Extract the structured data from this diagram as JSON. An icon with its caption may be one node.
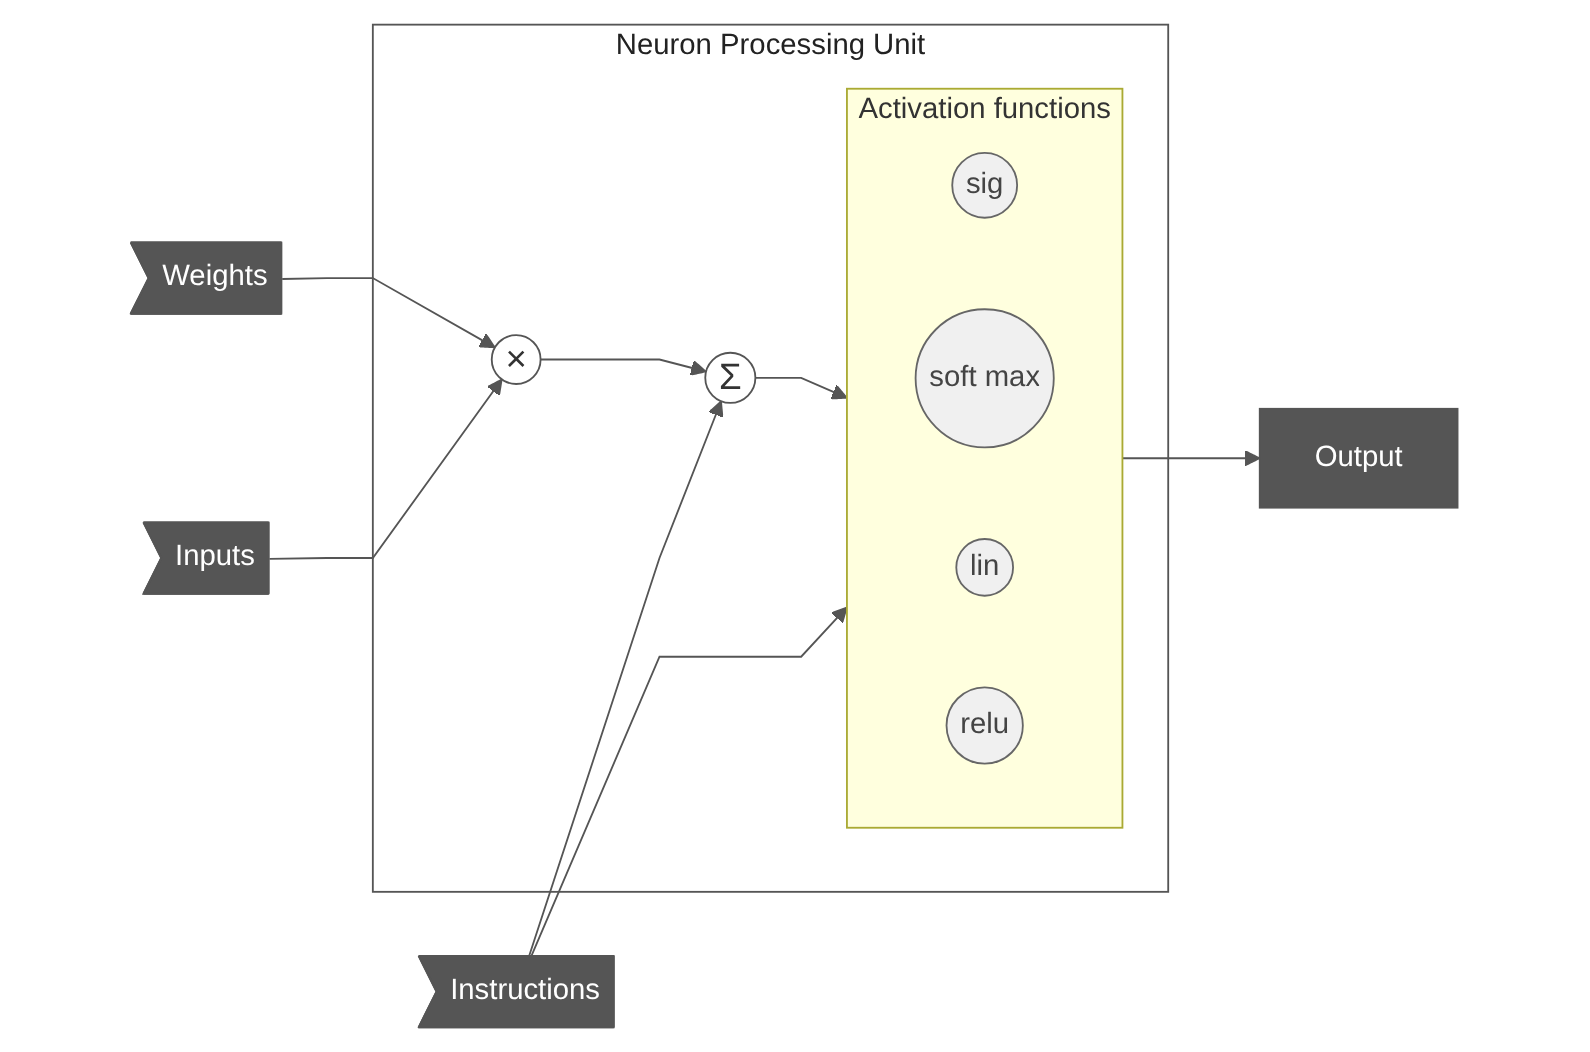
{
  "diagram": {
    "nodes": [
      {
        "text": [
          "Neuron Processing Unit"
        ]
      },
      {
        "text": [
          "Weights"
        ]
      },
      {
        "text": [
          "Inputs"
        ]
      },
      {
        "text": [
          "Instructions"
        ]
      },
      {
        "text": [
          "Output"
        ]
      },
      {
        "text": [
          "×"
        ],
        "in": 0
      },
      {
        "text": [
          "Σ"
        ],
        "in": 0
      },
      {
        "text": [
          "Activation functions"
        ],
        "in": 0
      },
      {
        "text": [
          "sig"
        ],
        "in": 7
      },
      {
        "text": [
          "soft max"
        ],
        "in": 7
      },
      {
        "text": [
          "lin"
        ],
        "in": 7
      },
      {
        "text": [
          "relu"
        ],
        "in": 7
      }
    ],
    "edges": [
      {
        "from": 1,
        "to": 5,
        "arrow": "to"
      },
      {
        "from": 2,
        "to": 5,
        "arrow": "to"
      },
      {
        "from": 5,
        "to": 6,
        "arrow": "to"
      },
      {
        "from": 3,
        "to": 6,
        "arrow": "to"
      },
      {
        "from": 3,
        "to": 7,
        "arrow": "to"
      },
      {
        "from": 6,
        "to": 7,
        "arrow": "to"
      },
      {
        "from": 7,
        "to": 4,
        "arrow": "to"
      }
    ]
  }
}
